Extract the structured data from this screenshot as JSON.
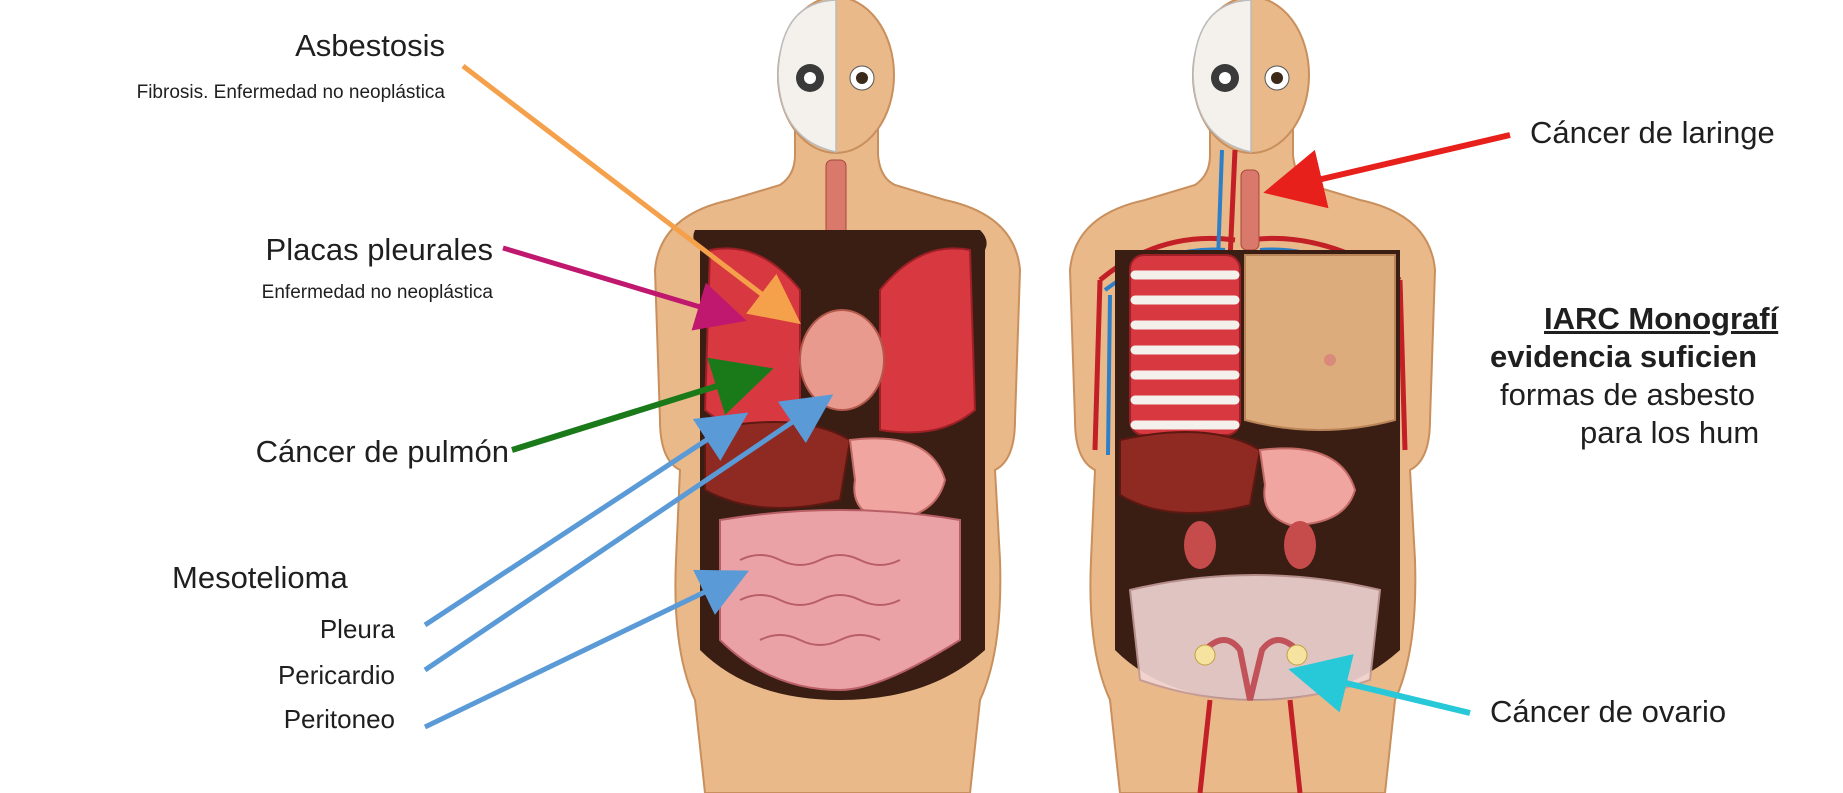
{
  "labels": {
    "asbestosis": "Asbestosis",
    "asbestosis_sub": "Fibrosis. Enfermedad no neoplástica",
    "placas": "Placas pleurales",
    "placas_sub": "Enfermedad no neoplástica",
    "pulmon": "Cáncer de pulmón",
    "mesotelioma": "Mesotelioma",
    "pleura": "Pleura",
    "pericardio": "Pericardio",
    "peritoneo": "Peritoneo",
    "laringe": "Cáncer de laringe",
    "ovario": "Cáncer de ovario"
  },
  "iarc": {
    "line1": "IARC Monografí",
    "line2a": "evidencia suficien",
    "line3": "formas de asbesto",
    "line4": "para los hum"
  },
  "colors": {
    "asbestosis": "#f5a04a",
    "placas": "#c0186f",
    "pulmon": "#1a7a1a",
    "mesotelioma": "#5a9ad6",
    "laringe": "#e8201c",
    "ovario": "#27c8d8",
    "skin": "#e9b98a",
    "cavity": "#3a1e14"
  }
}
